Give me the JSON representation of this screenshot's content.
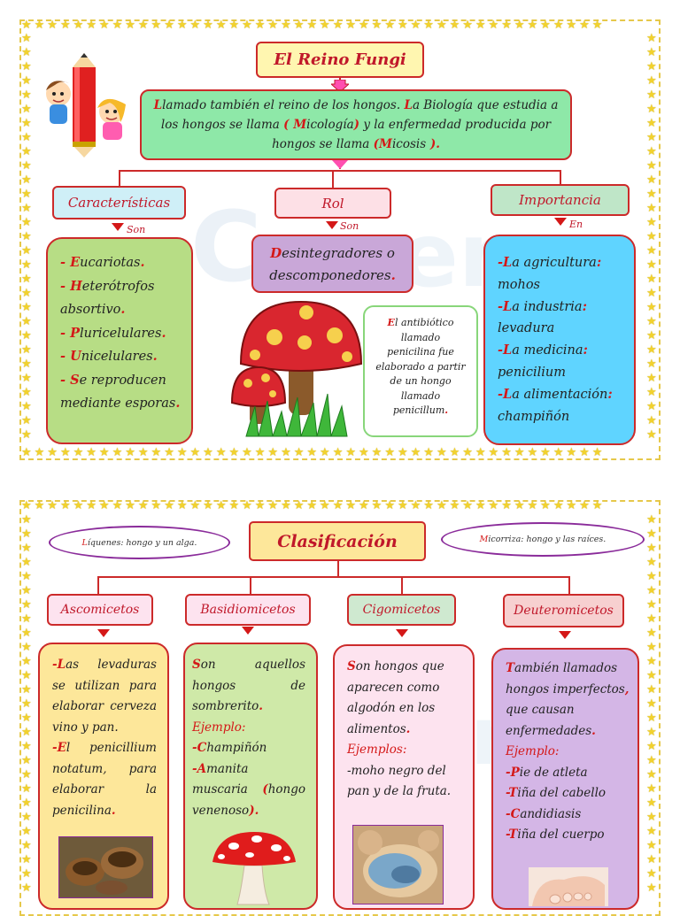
{
  "top": {
    "title": "El Reino Fungi",
    "intro_parts": [
      "L",
      "lamado también el reino de los hongos. ",
      "L",
      "a Biología que estudia a los hongos se llama ",
      "(",
      " M",
      "icología",
      ")",
      " y la enfermedad producida por hongos se llama ",
      "(",
      "M",
      "icosis",
      " )."
    ],
    "categories": [
      {
        "label": "Características",
        "connector": "Son"
      },
      {
        "label": "Rol",
        "connector": "Son"
      },
      {
        "label": "Importancia",
        "connector": "En"
      }
    ],
    "caracteristicas": [
      {
        "dash": "- ",
        "first": "E",
        "rest": "ucariotas",
        "end": "."
      },
      {
        "dash": "- ",
        "first": "H",
        "rest": "eterótrofos absortivo",
        "end": "."
      },
      {
        "dash": "- ",
        "first": "P",
        "rest": "luricelulares",
        "end": "."
      },
      {
        "dash": "- ",
        "first": "U",
        "rest": "nicelulares",
        "end": "."
      },
      {
        "dash": "- ",
        "first": "S",
        "rest": "e reproducen mediante esporas",
        "end": "."
      }
    ],
    "rol": {
      "first": "D",
      "rest": "esintegradores o descomponedores",
      "end": "."
    },
    "antibiotico": {
      "first": "E",
      "rest": "l antibiótico llamado penicilina fue elaborado a partir de un hongo llamado penicillum",
      "end": "."
    },
    "importancia": [
      {
        "dash": "-",
        "first": "L",
        "rest": "a agricultura",
        "colon": ":",
        "detail": "mohos"
      },
      {
        "dash": "-",
        "first": "L",
        "rest": "a industria",
        "colon": ":",
        "detail": "levadura"
      },
      {
        "dash": "-",
        "first": "L",
        "rest": "a medicina",
        "colon": ":",
        "detail": "penicilium"
      },
      {
        "dash": "-",
        "first": "L",
        "rest": "a alimentación",
        "colon": ":",
        "detail": "champiñón"
      }
    ]
  },
  "bottom": {
    "title": "Clasificación",
    "liquenes": {
      "first": "L",
      "rest": "íquenes: hongo y un alga."
    },
    "micorriza": {
      "first": "M",
      "rest": "icorriza: hongo y las raíces."
    },
    "groups": [
      {
        "label": "Ascomicetos",
        "color": "#fde79a"
      },
      {
        "label": "Basidiomicetos",
        "color": "#cfe9a8"
      },
      {
        "label": "Cigomicetos",
        "color": "#fde3ef"
      },
      {
        "label": "Deuteromicetos",
        "color": "#d4b6e6"
      }
    ],
    "asco": [
      {
        "first": "-L",
        "rest": "as levaduras se utilizan para elaborar cerveza vino y pan."
      },
      {
        "first": "-E",
        "rest": "l penicillium notatum, para elaborar la penicilina",
        "end": "."
      }
    ],
    "basidio": {
      "intro_first": "S",
      "intro_rest": "on aquellos hongos de sombrerito",
      "intro_end": ".",
      "ejemplo": "Ejemplo:",
      "items": [
        {
          "first": "-C",
          "rest": "hampiñón"
        },
        {
          "first": "-A",
          "rest": "manita muscaria ",
          "paren_open": "(",
          "paren_text": "hongo venenoso",
          "paren_close": ")",
          "end": "."
        }
      ]
    },
    "cigo": {
      "intro_first": "S",
      "intro_rest": "on hongos que aparecen como algodón en los alimentos",
      "intro_end": ".",
      "ejemplo": "Ejemplos:",
      "items": [
        "-moho negro del pan y de la fruta."
      ]
    },
    "deutero": {
      "intro_first": "T",
      "intro_rest": "ambién llamados hongos imperfectos",
      "comma": ",",
      "intro_rest2": " que causan enfermedades",
      "intro_end": ".",
      "ejemplo": "Ejemplo:",
      "items": [
        {
          "first": "-P",
          "rest": "ie de atleta"
        },
        {
          "first": "-T",
          "rest": "iña del cabello"
        },
        {
          "first": "-C",
          "rest": "andidiasis"
        },
        {
          "first": "-T",
          "rest": "iña del cuerpo"
        }
      ]
    }
  },
  "colors": {
    "panel_border": "#e6c84a",
    "star": "#f2d22e",
    "accent_red": "#d41818",
    "title_bg": "#fff6b0",
    "intro_bg": "#8ee8a8",
    "cat_bg": "#cfeff7",
    "rol_bg": "#fde0e6",
    "imp_bg": "#bfe6c8",
    "carac_bg": "#b7dd85",
    "rol_box_bg": "#c9a7d8",
    "imp_box_bg": "#5fd4ff"
  }
}
